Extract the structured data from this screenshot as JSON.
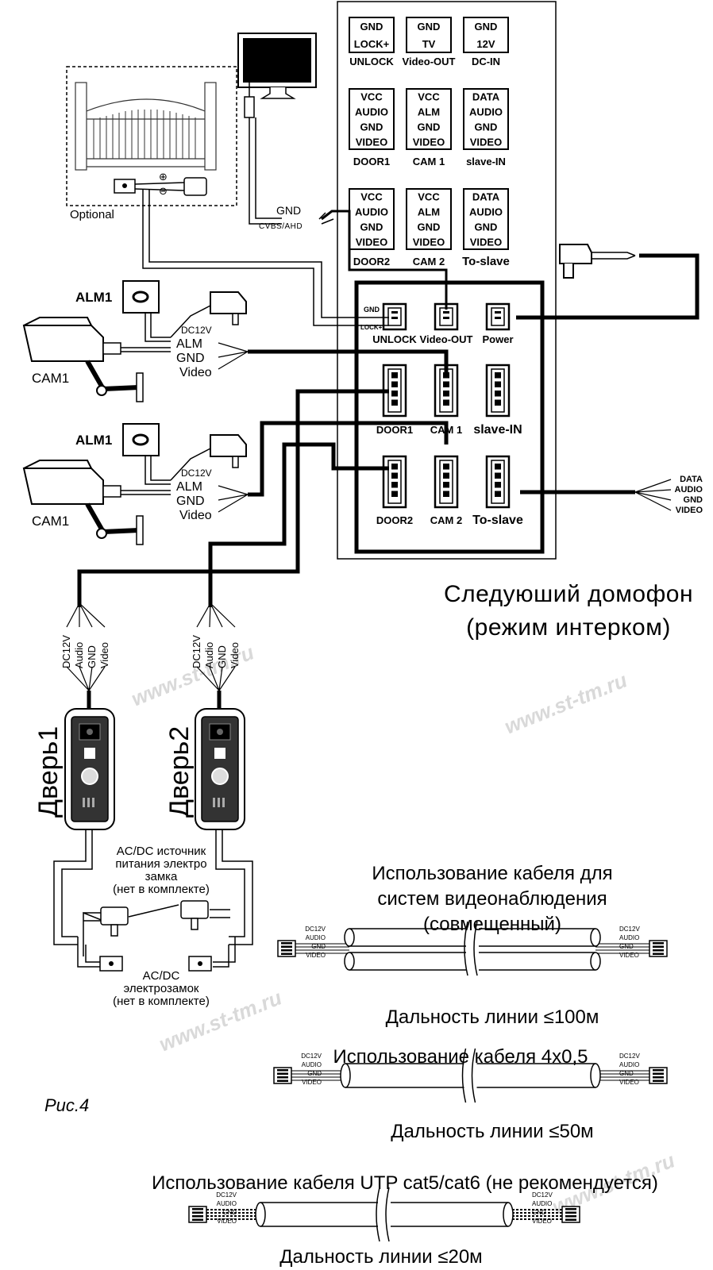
{
  "monitor_top": {
    "boxes": [
      {
        "lines": [
          "GND",
          "LOCK+"
        ],
        "caption": "UNLOCK"
      },
      {
        "lines": [
          "GND",
          "TV"
        ],
        "caption": "Video-OUT"
      },
      {
        "lines": [
          "GND",
          "12V"
        ],
        "caption": "DC-IN"
      },
      {
        "lines": [
          "VCC",
          "AUDIO",
          "GND",
          "VIDEO"
        ],
        "caption": "DOOR1"
      },
      {
        "lines": [
          "VCC",
          "ALM",
          "GND",
          "VIDEO"
        ],
        "caption": "CAM 1"
      },
      {
        "lines": [
          "DATA",
          "AUDIO",
          "GND",
          "VIDEO"
        ],
        "caption": "slave-IN"
      },
      {
        "lines": [
          "VCC",
          "AUDIO",
          "GND",
          "VIDEO"
        ],
        "caption": "DOOR2"
      },
      {
        "lines": [
          "VCC",
          "ALM",
          "GND",
          "VIDEO"
        ],
        "caption": "CAM 2"
      },
      {
        "lines": [
          "DATA",
          "AUDIO",
          "GND",
          "VIDEO"
        ],
        "caption": "To-slave"
      }
    ]
  },
  "monitor_bottom": {
    "connectors": [
      "UNLOCK",
      "Video-OUT",
      "Power",
      "DOOR1",
      "CAM 1",
      "slave-IN",
      "DOOR2",
      "CAM 2",
      "To-slave"
    ],
    "unlock_pins": [
      "GND",
      "LOCK+"
    ]
  },
  "gate": {
    "optional_label": "Optional"
  },
  "tv": {
    "gnd_label": "GND",
    "signal_label": "CVBS/AHD"
  },
  "cameras": [
    {
      "alarm": "ALM1",
      "name": "CAM1",
      "wires": [
        "DC12V",
        "ALM",
        "GND",
        "Video"
      ]
    },
    {
      "alarm": "ALM1",
      "name": "CAM1",
      "wires": [
        "DC12V",
        "ALM",
        "GND",
        "Video"
      ]
    }
  ],
  "slave_out_wires": [
    "DATA",
    "AUDIO",
    "GND",
    "VIDEO"
  ],
  "slave_title": [
    "Следуюший домофон",
    "(режим интерком)"
  ],
  "doors": [
    {
      "name": "Дверь1",
      "wires": [
        "DC12V",
        "Audio",
        "GND",
        "Video"
      ]
    },
    {
      "name": "Дверь2",
      "wires": [
        "DC12V",
        "Audio",
        "GND",
        "Video"
      ]
    }
  ],
  "lock": {
    "psu_label": [
      "AC/DC источник",
      "питания электро",
      "замка",
      "(нет в комплекте)"
    ],
    "lock_label": [
      "AC/DC",
      "электрозамок",
      "(нет в комплекте)"
    ]
  },
  "figure_label": "Рис.4",
  "cable_wires": [
    "DC12V",
    "AUDIO",
    "GND",
    "VIDEO"
  ],
  "cables": [
    {
      "title": [
        "Использование кабеля для",
        "систем видеонаблюдения",
        "(совмещенный)"
      ],
      "range": "Дальность линии ≤100м"
    },
    {
      "title": [
        "Использование кабеля 4x0,5"
      ],
      "range": "Дальность линии ≤50м"
    },
    {
      "title": [
        "Использование кабеля UTP cat5/cat6 (не рекомендуется)"
      ],
      "range": "Дальность линии ≤20м"
    }
  ],
  "watermark": "www.st-tm.ru"
}
